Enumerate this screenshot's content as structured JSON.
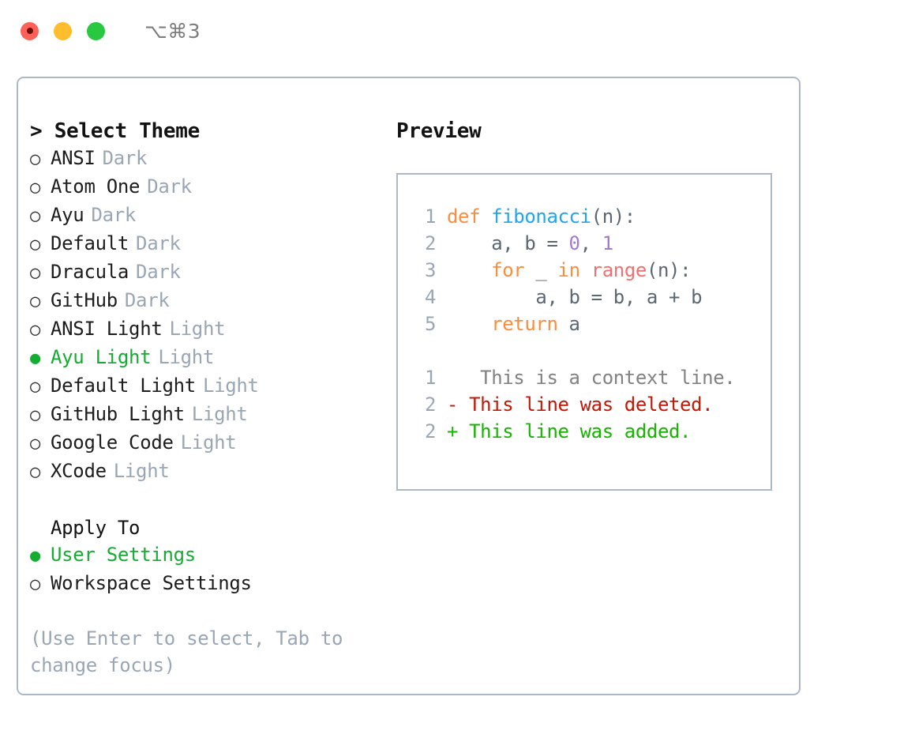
{
  "titlebar": {
    "shortcut": "⌥⌘3",
    "lights": [
      {
        "name": "close",
        "color": "#ff6159"
      },
      {
        "name": "minimize",
        "color": "#ffbd2e"
      },
      {
        "name": "maximize",
        "color": "#28c840"
      }
    ]
  },
  "theme_selector": {
    "title": "> Select Theme",
    "options": [
      {
        "bullet": "○",
        "label": "ANSI",
        "tag": "Dark",
        "selected": false
      },
      {
        "bullet": "○",
        "label": "Atom One",
        "tag": "Dark",
        "selected": false
      },
      {
        "bullet": "○",
        "label": "Ayu",
        "tag": "Dark",
        "selected": false
      },
      {
        "bullet": "○",
        "label": "Default",
        "tag": "Dark",
        "selected": false
      },
      {
        "bullet": "○",
        "label": "Dracula",
        "tag": "Dark",
        "selected": false
      },
      {
        "bullet": "○",
        "label": "GitHub",
        "tag": "Dark",
        "selected": false
      },
      {
        "bullet": "○",
        "label": "ANSI Light",
        "tag": "Light",
        "selected": false
      },
      {
        "bullet": "●",
        "label": "Ayu Light",
        "tag": "Light",
        "selected": true
      },
      {
        "bullet": "○",
        "label": "Default Light",
        "tag": "Light",
        "selected": false
      },
      {
        "bullet": "○",
        "label": "GitHub Light",
        "tag": "Light",
        "selected": false
      },
      {
        "bullet": "○",
        "label": "Google Code",
        "tag": "Light",
        "selected": false
      },
      {
        "bullet": "○",
        "label": "XCode",
        "tag": "Light",
        "selected": false
      }
    ]
  },
  "apply_to": {
    "title": "Apply To",
    "options": [
      {
        "bullet": "●",
        "label": "User Settings",
        "selected": true
      },
      {
        "bullet": "○",
        "label": "Workspace Settings",
        "selected": false
      }
    ]
  },
  "hint": "(Use Enter to select, Tab to change focus)",
  "preview": {
    "title": "Preview",
    "code_lines": [
      {
        "lineno": "1",
        "tokens": [
          {
            "text": "def ",
            "type": "kw"
          },
          {
            "text": "fibonacci",
            "type": "fn"
          },
          {
            "text": "(n):",
            "type": "pl"
          }
        ]
      },
      {
        "lineno": "2",
        "tokens": [
          {
            "text": "    a, b = ",
            "type": "pl"
          },
          {
            "text": "0",
            "type": "num"
          },
          {
            "text": ", ",
            "type": "pl"
          },
          {
            "text": "1",
            "type": "num"
          }
        ]
      },
      {
        "lineno": "3",
        "tokens": [
          {
            "text": "    ",
            "type": "pl"
          },
          {
            "text": "for",
            "type": "kw"
          },
          {
            "text": " _ ",
            "type": "pl"
          },
          {
            "text": "in",
            "type": "kw"
          },
          {
            "text": " ",
            "type": "pl"
          },
          {
            "text": "range",
            "type": "bi"
          },
          {
            "text": "(n):",
            "type": "pl"
          }
        ]
      },
      {
        "lineno": "4",
        "tokens": [
          {
            "text": "        a, b = b, a + b",
            "type": "pl"
          }
        ]
      },
      {
        "lineno": "5",
        "tokens": [
          {
            "text": "    ",
            "type": "pl"
          },
          {
            "text": "return",
            "type": "kw"
          },
          {
            "text": " a",
            "type": "pl"
          }
        ]
      }
    ],
    "diff_lines": [
      {
        "lineno": "1",
        "marker": " ",
        "text": "  This is a context line.",
        "type": "ctx"
      },
      {
        "lineno": "2",
        "marker": "-",
        "text": " This line was deleted.",
        "type": "del"
      },
      {
        "lineno": "2",
        "marker": "+",
        "text": " This line was added.",
        "type": "add"
      }
    ]
  },
  "colors": {
    "accent_green": "#16ac33",
    "muted": "#9aa6b4",
    "border": "#adb8c6",
    "keyword": "#fa8d3e",
    "function": "#22a5f1",
    "number": "#a37acc",
    "builtin": "#f07171",
    "plain": "#5c6773",
    "diff_deleted": "#c21807",
    "diff_added": "#16b300",
    "diff_context": "#828282"
  }
}
